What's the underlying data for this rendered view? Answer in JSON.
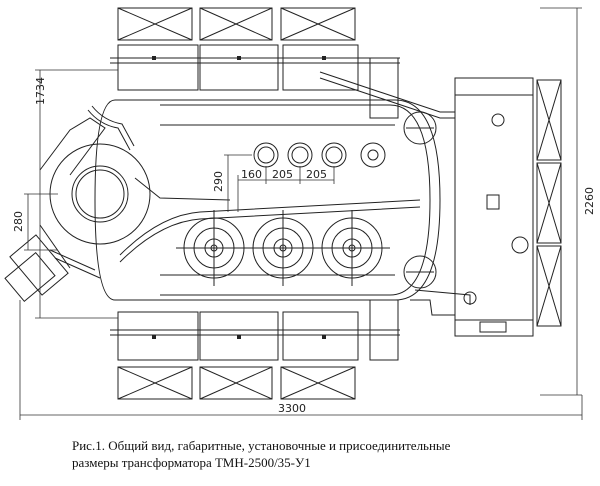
{
  "dimensions": {
    "total_length": "3300",
    "total_width": "2260",
    "left_height": "1734",
    "bushing_offset": "280",
    "valve_offset": "290",
    "spacing_1": "160",
    "spacing_2": "205",
    "spacing_3": "205"
  },
  "caption": {
    "line1": "Рис.1. Общий вид, габаритные, установочные и присоединительные",
    "line2": "размеры трансформатора ТМН-2500/35-У1"
  }
}
